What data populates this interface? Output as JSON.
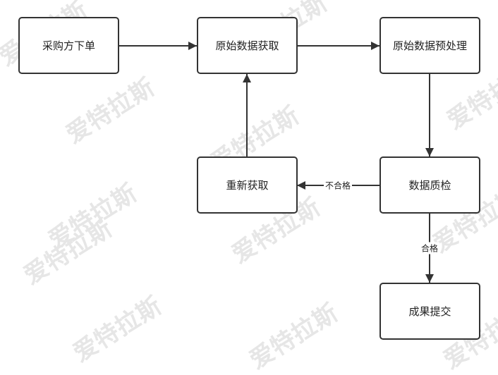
{
  "watermark": {
    "text": "爱特拉斯",
    "color": "#e6e6e6"
  },
  "nodes": {
    "purchase_order": "采购方下单",
    "raw_data_acquisition": "原始数据获取",
    "raw_data_preprocessing": "原始数据预处理",
    "data_quality_check": "数据质检",
    "reacquire": "重新获取",
    "result_submission": "成果提交"
  },
  "edges": [
    {
      "from": "purchase_order",
      "to": "raw_data_acquisition",
      "label": ""
    },
    {
      "from": "raw_data_acquisition",
      "to": "raw_data_preprocessing",
      "label": ""
    },
    {
      "from": "raw_data_preprocessing",
      "to": "data_quality_check",
      "label": ""
    },
    {
      "from": "data_quality_check",
      "to": "reacquire",
      "label": "不合格"
    },
    {
      "from": "reacquire",
      "to": "raw_data_acquisition",
      "label": ""
    },
    {
      "from": "data_quality_check",
      "to": "result_submission",
      "label": "合格"
    }
  ],
  "colors": {
    "stroke": "#333333",
    "text": "#222222"
  }
}
